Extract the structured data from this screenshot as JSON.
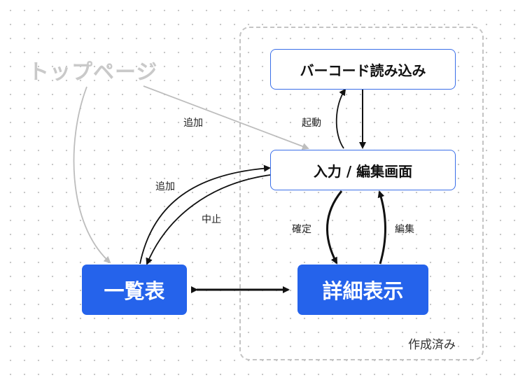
{
  "nodes": {
    "top_page": "トップページ",
    "barcode": "バーコード読み込み",
    "input_edit": "入力 / 編集画面",
    "list": "一覧表",
    "detail": "詳細表示"
  },
  "region": {
    "label": "作成済み"
  },
  "edge_labels": {
    "add_top": "追加",
    "launch": "起動",
    "add_list": "追加",
    "cancel": "中止",
    "confirm": "確定",
    "edit": "編集"
  },
  "colors": {
    "primary": "#2563eb",
    "outline": "#3a6ee8",
    "muted_arrow": "#bdbdbd",
    "muted_text": "#c9c9c9"
  }
}
